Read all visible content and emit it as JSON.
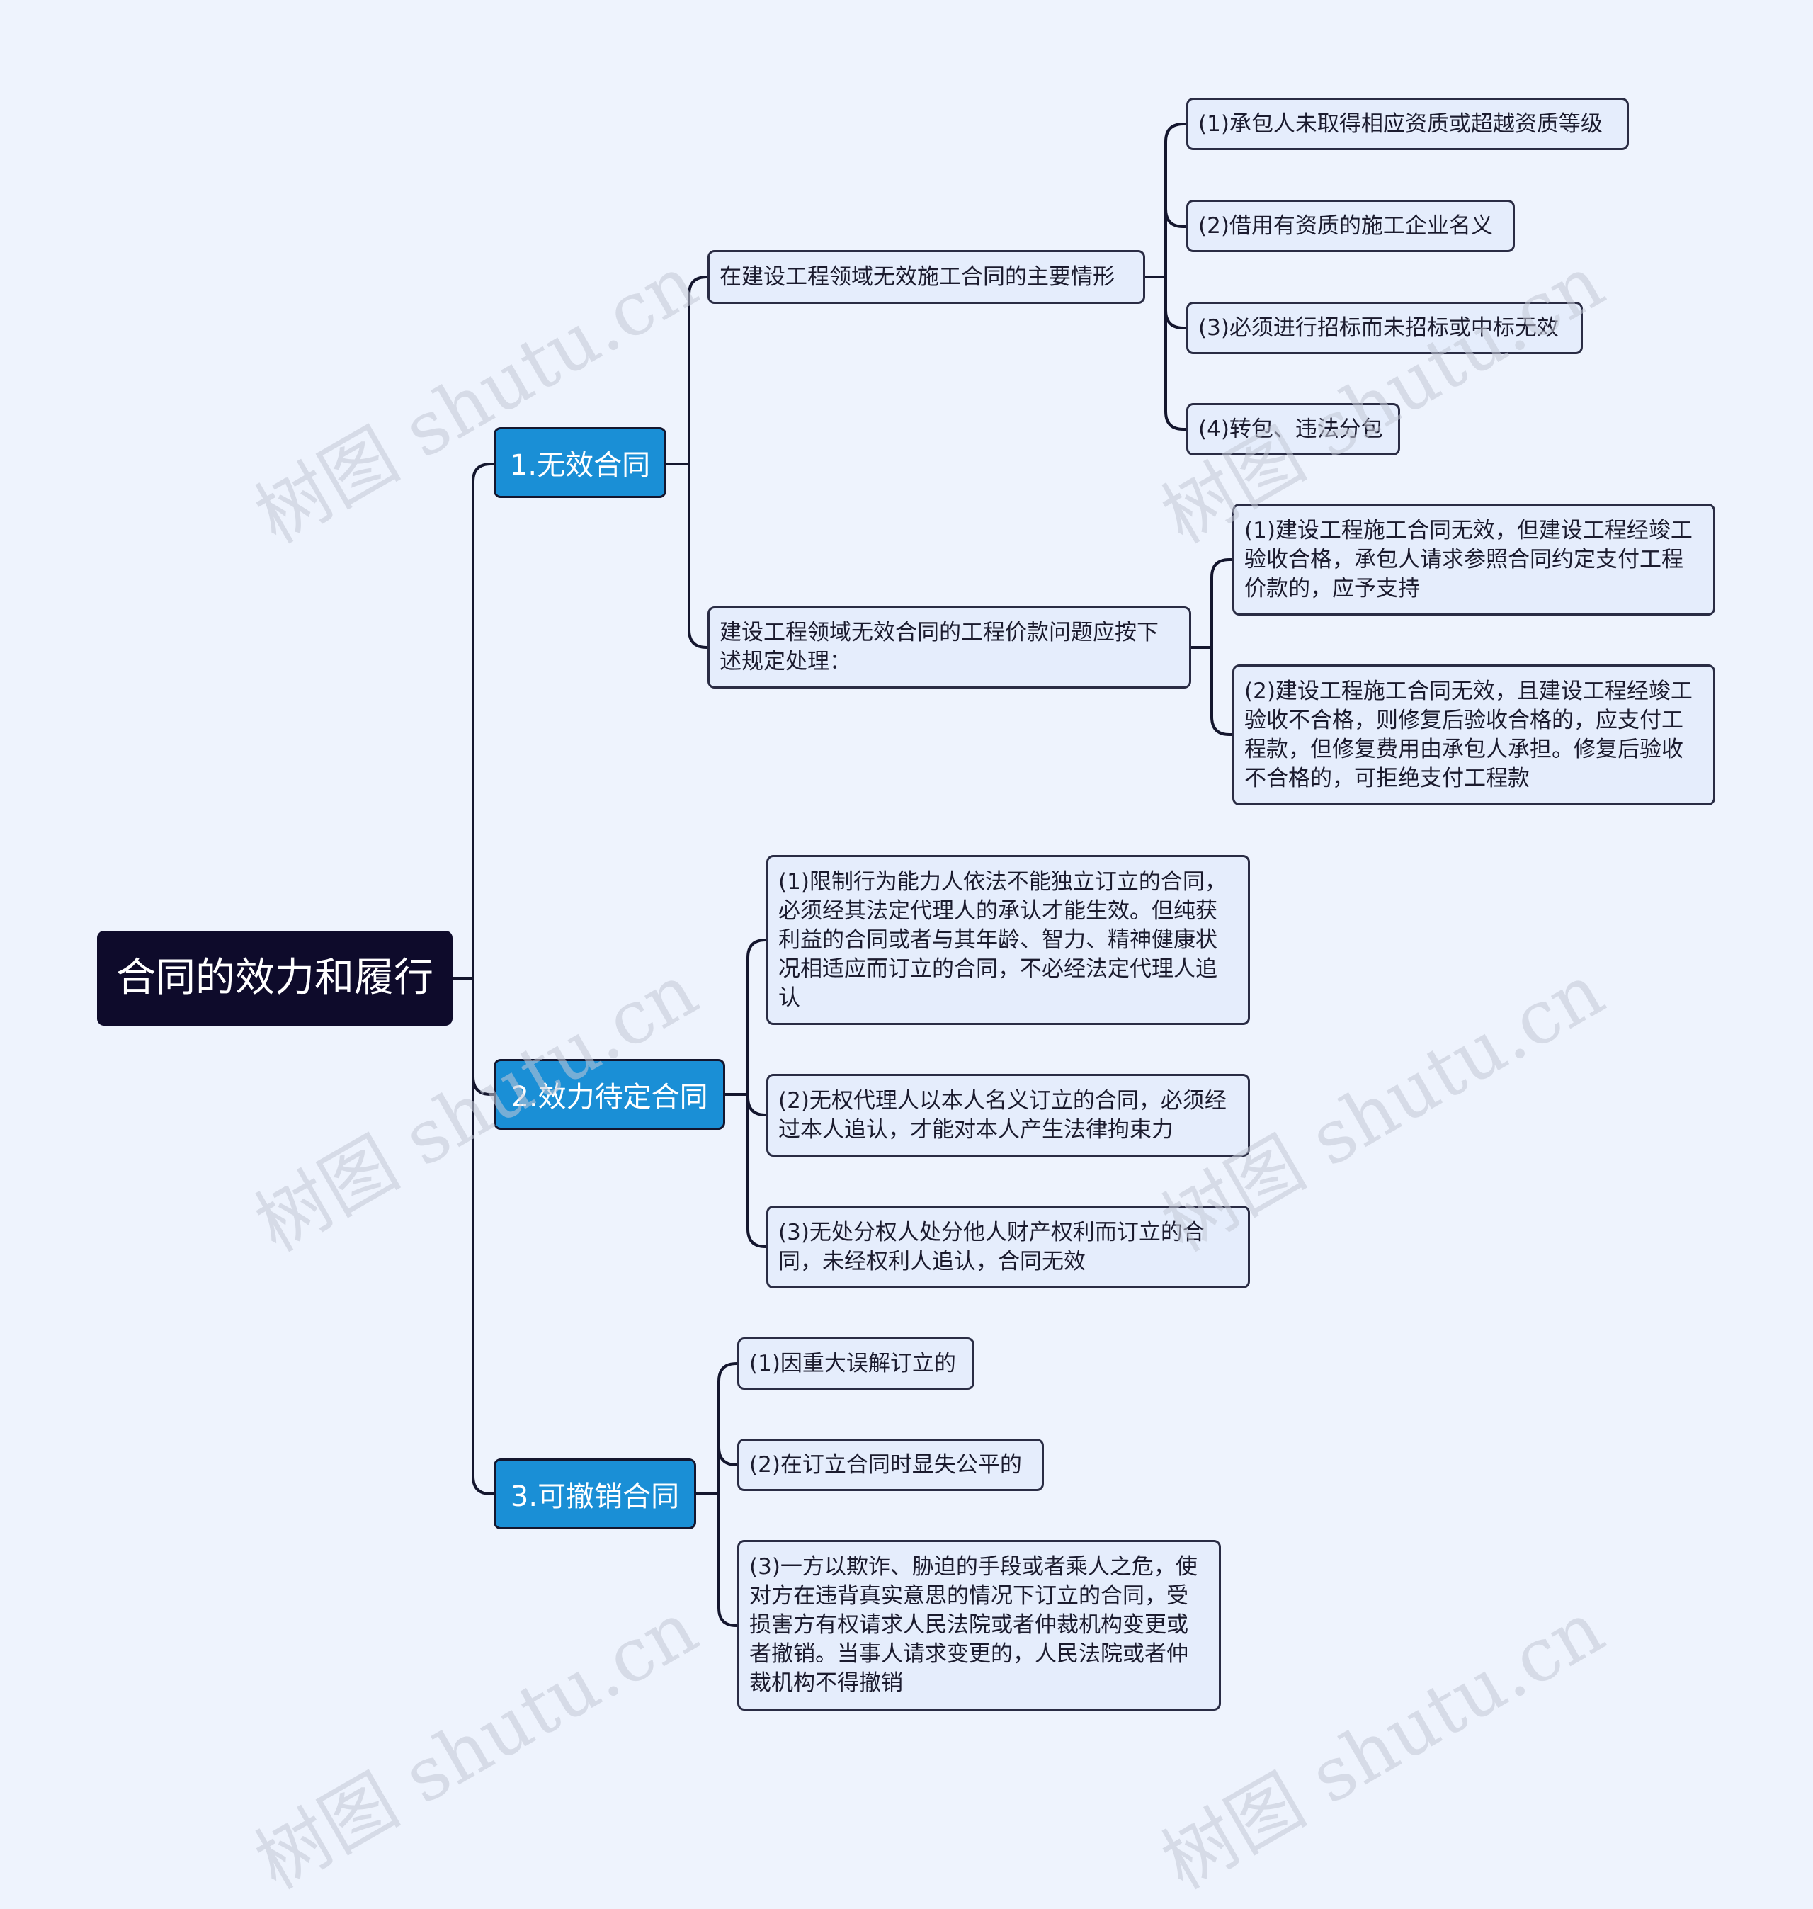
{
  "root": {
    "label": "合同的效力和履行"
  },
  "branches": [
    {
      "label": "1.无效合同",
      "children": [
        {
          "label": "在建设工程领域无效施工合同的主要情形",
          "children": [
            {
              "label": "(1)承包人未取得相应资质或超越资质等级"
            },
            {
              "label": "(2)借用有资质的施工企业名义"
            },
            {
              "label": "(3)必须进行招标而未招标或中标无效"
            },
            {
              "label": "(4)转包、违法分包"
            }
          ]
        },
        {
          "label": "建设工程领域无效合同的工程价款问题应按下述规定处理：",
          "children": [
            {
              "label": "(1)建设工程施工合同无效，但建设工程经竣工验收合格，承包人请求参照合同约定支付工程价款的，应予支持"
            },
            {
              "label": "(2)建设工程施工合同无效，且建设工程经竣工验收不合格，则修复后验收合格的，应支付工程款，但修复费用由承包人承担。修复后验收不合格的，可拒绝支付工程款"
            }
          ]
        }
      ]
    },
    {
      "label": "2.效力待定合同",
      "children": [
        {
          "label": "(1)限制行为能力人依法不能独立订立的合同，必须经其法定代理人的承认才能生效。但纯获利益的合同或者与其年龄、智力、精神健康状况相适应而订立的合同，不必经法定代理人追认"
        },
        {
          "label": "(2)无权代理人以本人名义订立的合同，必须经过本人追认，才能对本人产生法律拘束力"
        },
        {
          "label": "(3)无处分权人处分他人财产权利而订立的合同，未经权利人追认，合同无效"
        }
      ]
    },
    {
      "label": "3.可撤销合同",
      "children": [
        {
          "label": "(1)因重大误解订立的"
        },
        {
          "label": "(2)在订立合同时显失公平的"
        },
        {
          "label": "(3)一方以欺诈、胁迫的手段或者乘人之危，使对方在违背真实意思的情况下订立的合同，受损害方有权请求人民法院或者仲裁机构变更或者撤销。当事人请求变更的，人民法院或者仲裁机构不得撤销"
        }
      ]
    }
  ],
  "watermark": "树图 shutu.cn",
  "colors": {
    "background": "#eef3fd",
    "root": "#0e0b2b",
    "branch": "#1a8fd6",
    "leaf": "#e5edfc",
    "line": "#14162e"
  }
}
